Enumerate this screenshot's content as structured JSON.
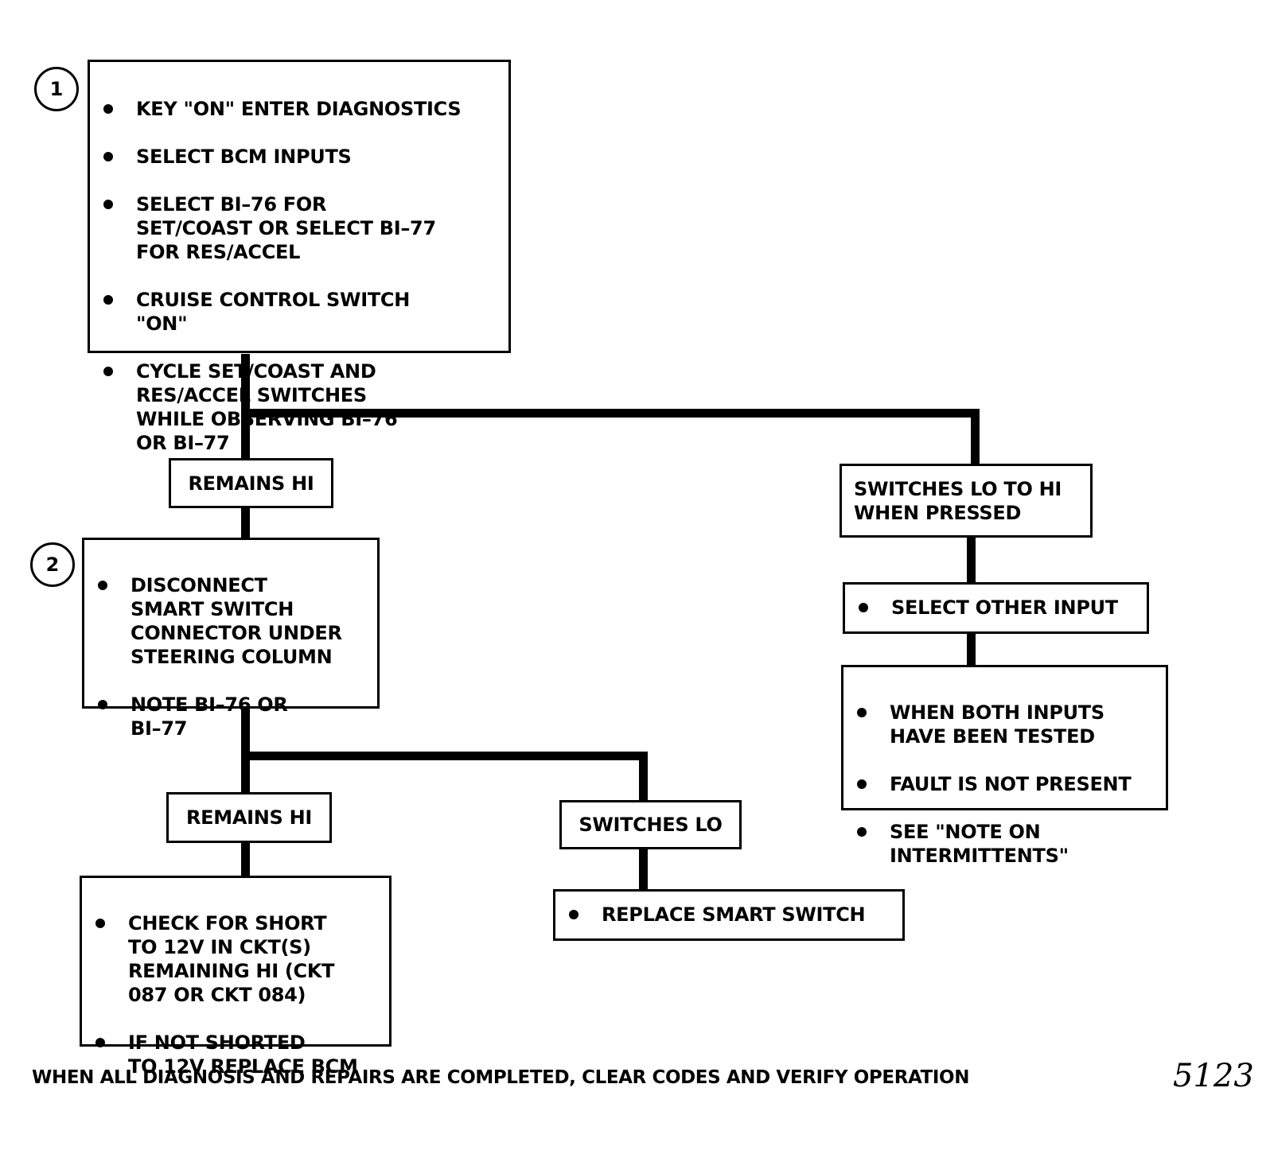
{
  "steps": {
    "step1": {
      "number": "1",
      "items": [
        "KEY \"ON\" ENTER DIAGNOSTICS",
        "SELECT BCM INPUTS",
        "SELECT BI–76 FOR\nSET/COAST OR SELECT BI–77\nFOR RES/ACCEL",
        "CRUISE CONTROL SWITCH\n\"ON\"",
        "CYCLE SET/COAST AND\nRES/ACCEL SWITCHES\nWHILE OBSERVING BI–76\nOR BI–77"
      ]
    },
    "step2": {
      "number": "2",
      "items": [
        "DISCONNECT\nSMART SWITCH\nCONNECTOR UNDER\nSTEERING COLUMN",
        "NOTE BI–76 OR\nBI–77"
      ]
    }
  },
  "branches": {
    "remains_hi_1": "REMAINS HI",
    "switches_lo_to_hi": "SWITCHES LO TO HI\nWHEN PRESSED",
    "remains_hi_2": "REMAINS HI",
    "switches_lo": "SWITCHES LO"
  },
  "actions": {
    "select_other_input": [
      "SELECT OTHER INPUT"
    ],
    "both_inputs_tested": [
      "WHEN BOTH INPUTS\nHAVE BEEN TESTED",
      "FAULT IS NOT PRESENT",
      "SEE \"NOTE ON\nINTERMITTENTS\""
    ],
    "check_short": [
      "CHECK FOR SHORT\nTO 12V IN CKT(S)\nREMAINING HI (CKT\n087 OR CKT 084)",
      "IF NOT SHORTED\nTO 12V REPLACE BCM"
    ],
    "replace_smart_switch": [
      "REPLACE SMART SWITCH"
    ]
  },
  "footer": {
    "note": "WHEN ALL DIAGNOSIS AND REPAIRS ARE COMPLETED, CLEAR CODES AND VERIFY OPERATION",
    "figure_number": "5123"
  }
}
